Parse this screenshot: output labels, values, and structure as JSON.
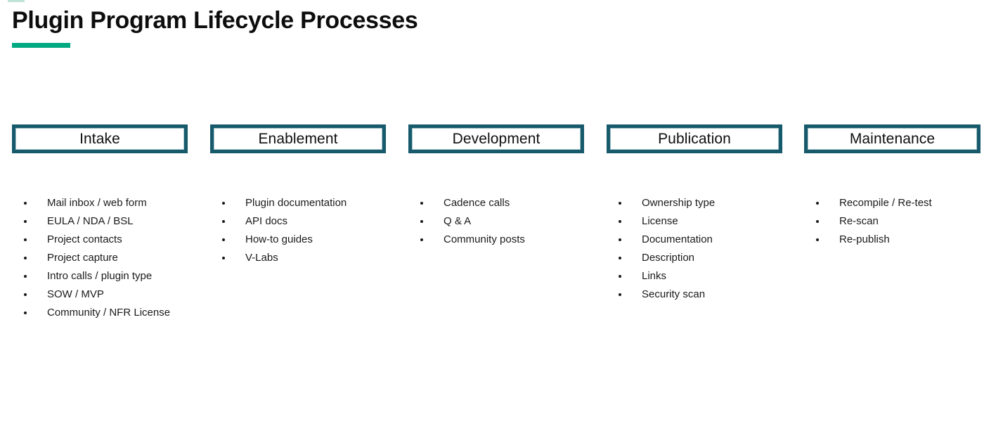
{
  "page": {
    "title": "Plugin Program Lifecycle Processes"
  },
  "accent_colors": {
    "title_underline_green": "#01A982",
    "stage_border_teal": "#175A6C",
    "text_black": "#1a1a1a"
  },
  "columns": [
    {
      "header": "Intake",
      "items": [
        "Mail inbox / web form",
        "EULA / NDA / BSL",
        "Project contacts",
        "Project capture",
        "Intro calls / plugin type",
        "SOW / MVP",
        "Community / NFR License"
      ]
    },
    {
      "header": "Enablement",
      "items": [
        "Plugin documentation",
        "API docs",
        "How-to guides",
        "V-Labs"
      ]
    },
    {
      "header": "Development",
      "items": [
        "Cadence calls",
        "Q & A",
        "Community posts"
      ]
    },
    {
      "header": "Publication",
      "items": [
        "Ownership type",
        "License",
        "Documentation",
        "Description",
        "Links",
        "Security scan"
      ]
    },
    {
      "header": "Maintenance",
      "items": [
        "Recompile / Re-test",
        "Re-scan",
        "Re-publish"
      ]
    }
  ]
}
